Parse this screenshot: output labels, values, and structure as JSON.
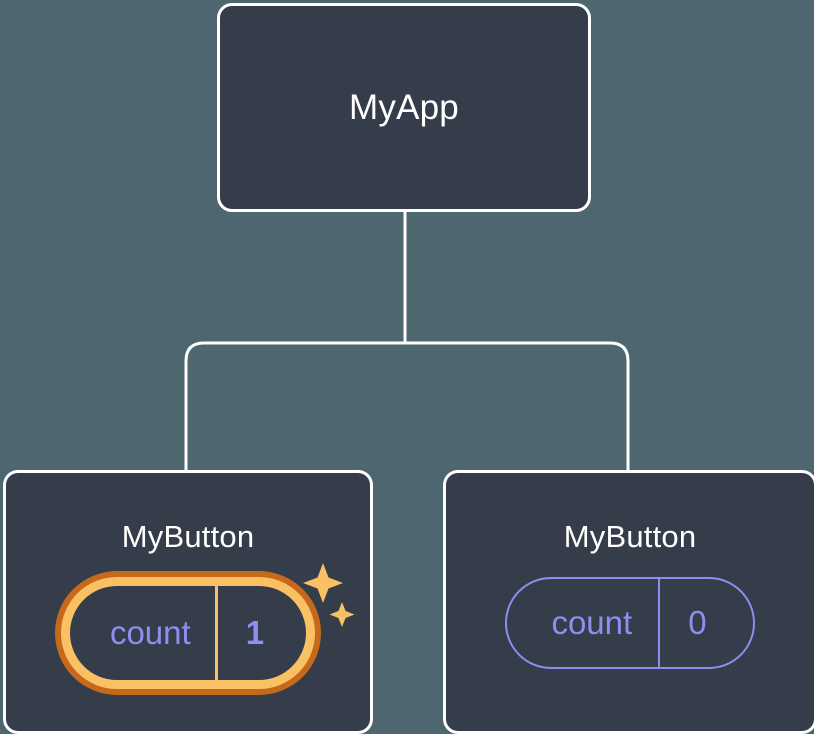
{
  "diagram": {
    "title": "Component tree with highlighted state",
    "background_color": "#4d6670",
    "node_fill_color": "#353c4a",
    "node_border_color": "#ffffff",
    "connector_color": "#ffffff",
    "state_text_color": "#8b8fef",
    "highlight_inner_color": "#f9c064",
    "highlight_outer_color": "#c6691a",
    "sparkle_color": "#f9c064"
  },
  "root": {
    "label": "MyApp"
  },
  "children": [
    {
      "label": "MyButton",
      "state": {
        "key": "count",
        "value": "1"
      },
      "highlighted": true,
      "sparkle": true
    },
    {
      "label": "MyButton",
      "state": {
        "key": "count",
        "value": "0"
      },
      "highlighted": false,
      "sparkle": false
    }
  ]
}
